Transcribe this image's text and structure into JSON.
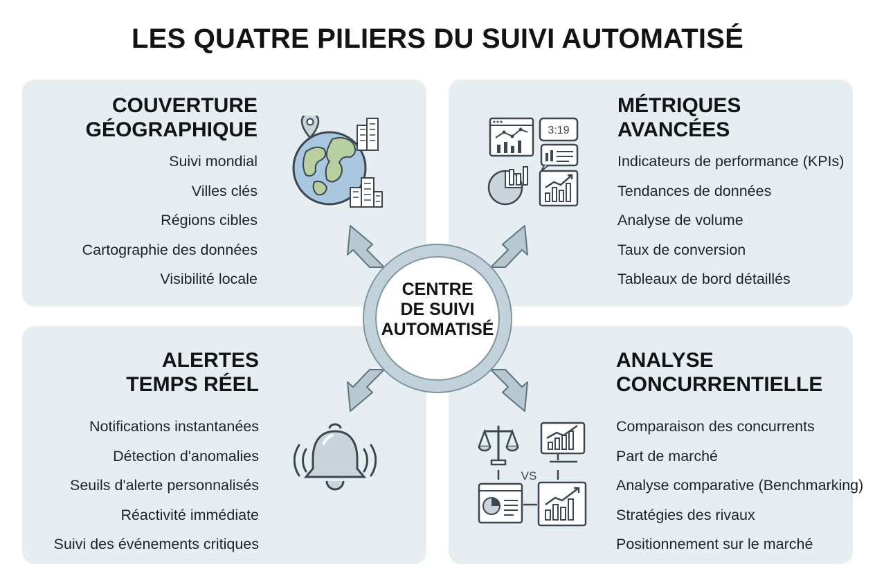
{
  "title": "LES QUATRE PILIERS DU SUIVI AUTOMATISÉ",
  "center": {
    "label": "CENTRE\nDE SUIVI\nAUTOMATISÉ"
  },
  "pillars": {
    "geographic": {
      "heading": "COUVERTURE\nGÉOGRAPHIQUE",
      "icon": "globe-location-icon",
      "items": [
        "Suivi mondial",
        "Villes clés",
        "Régions cibles",
        "Cartographie des données",
        "Visibilité locale"
      ]
    },
    "metrics": {
      "heading": "MÉTRIQUES\nAVANCÉES",
      "icon": "analytics-dashboard-icon",
      "icon_text": "3:19",
      "items": [
        "Indicateurs de performance (KPIs)",
        "Tendances de données",
        "Analyse de volume",
        "Taux de conversion",
        "Tableaux de bord détaillés"
      ]
    },
    "alerts": {
      "heading": "ALERTES\nTEMPS RÉEL",
      "icon": "bell-icon",
      "items": [
        "Notifications instantanées",
        "Détection d'anomalies",
        "Seuils d'alerte personnalisés",
        "Réactivité immédiate",
        "Suivi des événements critiques"
      ]
    },
    "competitive": {
      "heading": "ANALYSE\nCONCURRENTIELLE",
      "icon": "comparison-icon",
      "icon_text": "VS",
      "items": [
        "Comparaison des concurrents",
        "Part de marché",
        "Analyse comparative (Benchmarking)",
        "Stratégies des rivaux",
        "Positionnement sur le marché"
      ]
    }
  },
  "colors": {
    "panel": "#e6eef2",
    "ring": "#c3d2da",
    "outline": "#7e95a2",
    "arrow": "#b7c8d1",
    "icon_stroke": "#3b4650",
    "globe_ocean": "#a9c8e0",
    "globe_land": "#b8cf9f"
  }
}
